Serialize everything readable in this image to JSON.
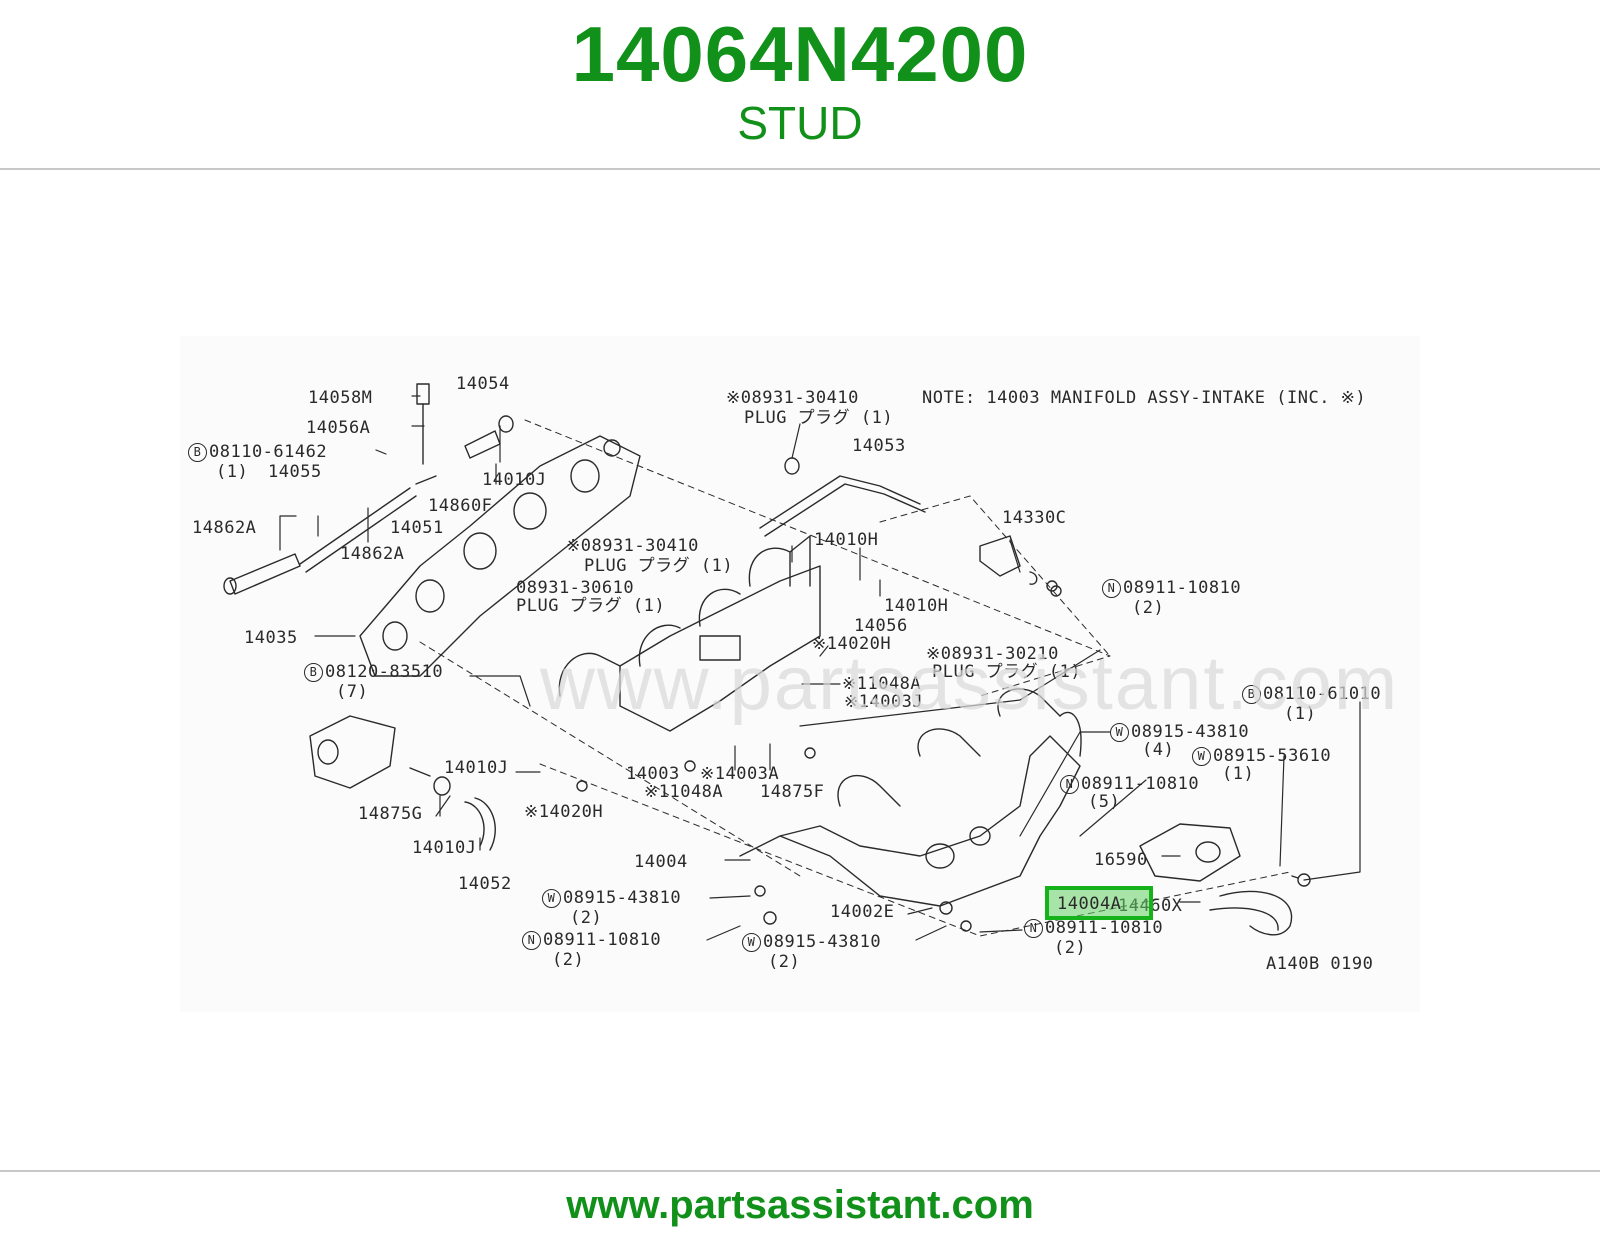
{
  "header": {
    "part_number": "14064N4200",
    "part_name": "STUD"
  },
  "footer": {
    "url": "www.partsassistant.com"
  },
  "colors": {
    "brand_green": "#11901a",
    "highlight": "#16b21b",
    "rule": "#c8c8c8"
  },
  "diagram": {
    "note": "NOTE: 14003 MANIFOLD ASSY-INTAKE (INC. ※)",
    "code": "A140B 0190",
    "watermark": "www.partsassistant.com",
    "highlighted": "14004A",
    "callouts": {
      "c14058M": "14058M",
      "c14054": "14054",
      "c14056A": "14056A",
      "c08110_61462": "08110-61462",
      "q1_a": "(1)",
      "c14055": "14055",
      "c14010J_top": "14010J",
      "c14860F": "14860F",
      "c14862A_l": "14862A",
      "c14051": "14051",
      "c14862A_r": "14862A",
      "c08931_30410_a": "※08931-30410",
      "plug_a": "PLUG プラグ (1)",
      "c14053": "14053",
      "c08931_30410_b": "※08931-30410",
      "plug_b": "PLUG プラグ (1)",
      "c14010H_a": "14010H",
      "c14330C": "14330C",
      "c08931_30610": "08931-30610",
      "plug_c": "PLUG プラグ (1)",
      "c14010H_b": "14010H",
      "c08911_10810_a": "08911-10810",
      "q2_a": "(2)",
      "c14056": "14056",
      "c14035": "14035",
      "c14020H_a": "※14020H",
      "c08931_30210": "※08931-30210",
      "plug_d": "PLUG プラグ (1)",
      "c08120_83510": "08120-83510",
      "q7": "(7)",
      "c11048A_a": "※11048A",
      "c14003J": "※14003J",
      "c08110_61010": "08110-61010",
      "q1_b": "(1)",
      "c08915_43810_a": "08915-43810",
      "q4": "(4)",
      "c08915_53610": "08915-53610",
      "q1_c": "(1)",
      "c14010J_mid": "14010J",
      "c14003": "14003",
      "c14003A": "※14003A",
      "c11048A_b": "※11048A",
      "c14875F": "14875F",
      "c08911_10810_b": "08911-10810",
      "q5": "(5)",
      "c14875G": "14875G",
      "c14020H_b": "※14020H",
      "c14010J_low": "14010J",
      "c14052": "14052",
      "c14004": "14004",
      "c16590": "16590",
      "c08915_43810_b": "08915-43810",
      "q2_b": "(2)",
      "c14002E": "14002E",
      "c14460X": "14460X",
      "c08911_10810_c": "08911-10810",
      "q2_c": "(2)",
      "c08915_43810_c": "08915-43810",
      "q2_d": "(2)",
      "c08911_10810_d": "08911-10810",
      "q2_e": "(2)"
    }
  }
}
